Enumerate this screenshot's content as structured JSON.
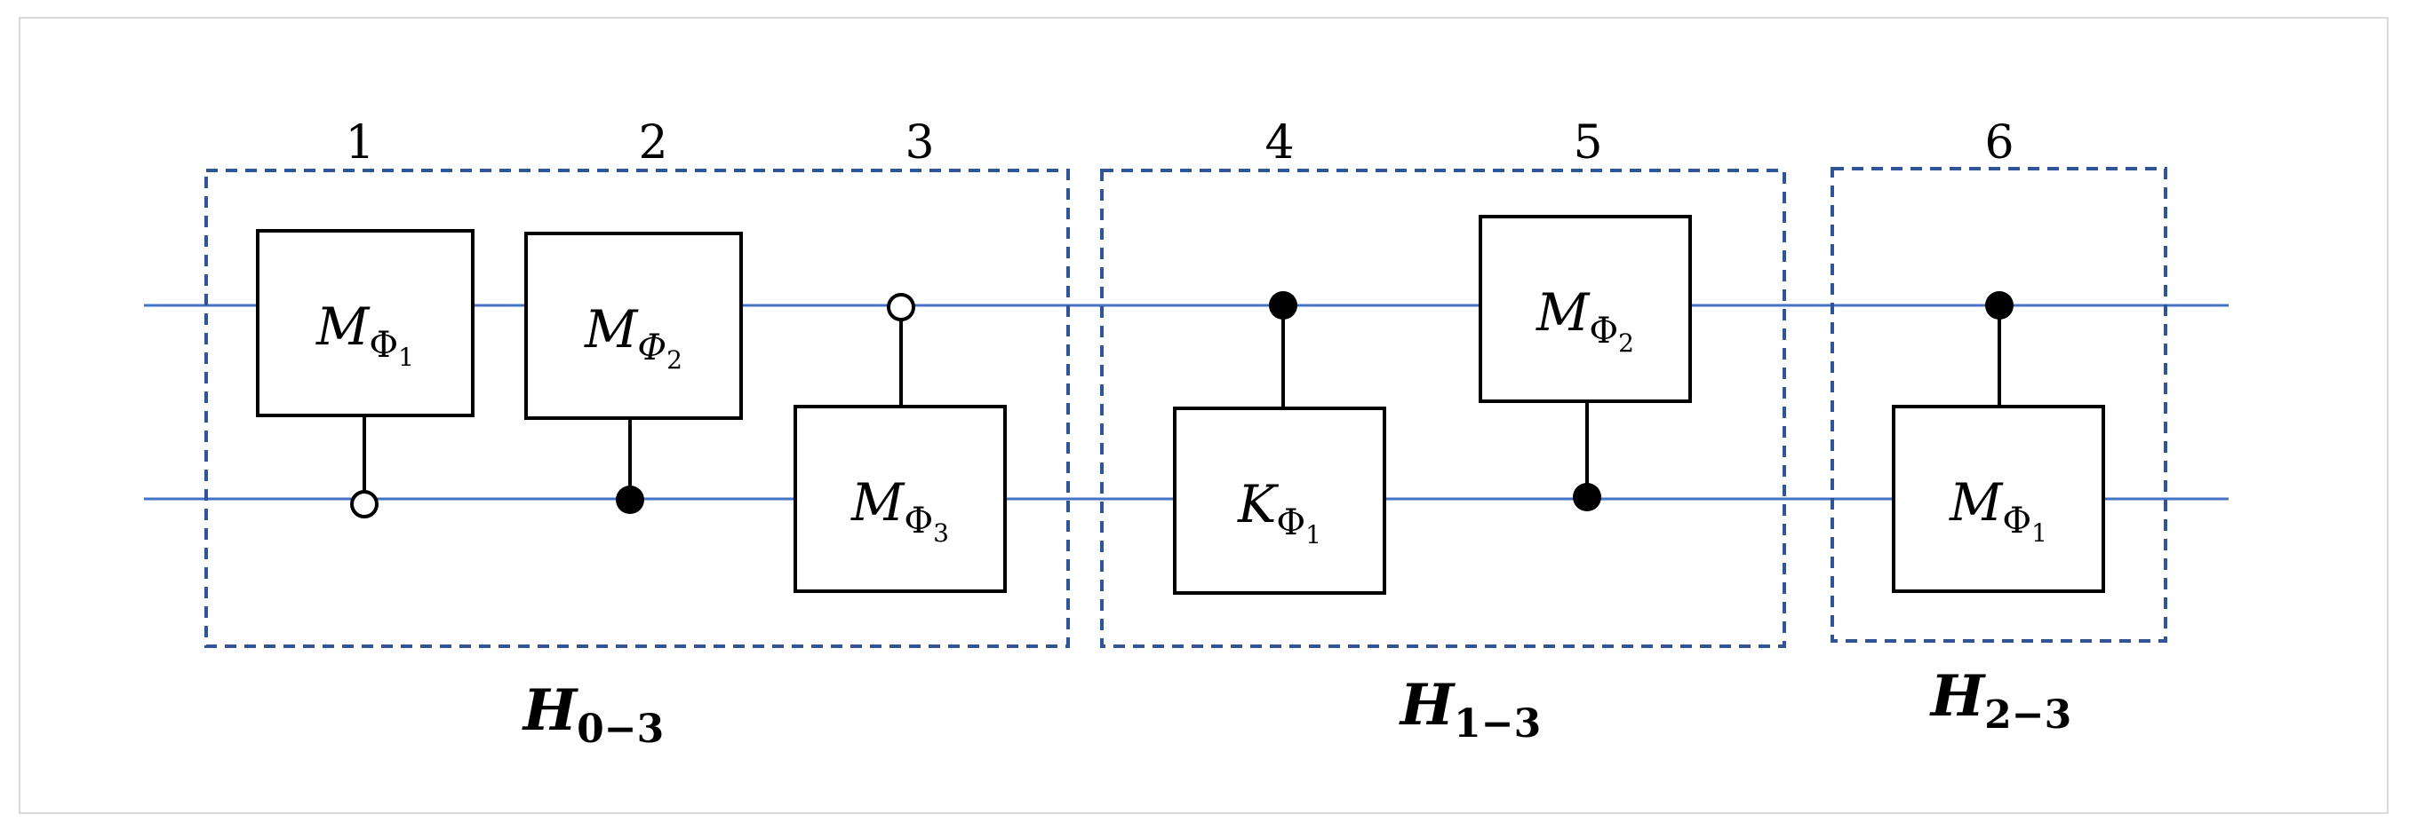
{
  "step_labels": [
    "1",
    "2",
    "3",
    "4",
    "5",
    "6"
  ],
  "gates": [
    {
      "letter": "M",
      "sub": "Φ",
      "subsub": "1"
    },
    {
      "letter": "M",
      "sub": "Φ",
      "subsub": "2"
    },
    {
      "letter": "M",
      "sub": "Φ",
      "subsub": "3"
    },
    {
      "letter": "K",
      "sub": "Φ",
      "subsub": "1"
    },
    {
      "letter": "M",
      "sub": "Φ",
      "subsub": "2"
    },
    {
      "letter": "M",
      "sub": "Φ",
      "subsub": "1"
    }
  ],
  "groups": [
    {
      "letter": "H",
      "sub": "0−3"
    },
    {
      "letter": "H",
      "sub": "1−3"
    },
    {
      "letter": "H",
      "sub": "2−3"
    }
  ],
  "controls": [
    {
      "step": "1",
      "type": "open"
    },
    {
      "step": "2",
      "type": "filled"
    },
    {
      "step": "3",
      "type": "open"
    },
    {
      "step": "4",
      "type": "filled"
    },
    {
      "step": "5",
      "type": "filled"
    },
    {
      "step": "6",
      "type": "filled"
    }
  ],
  "colors": {
    "wire": "#4472c4",
    "group_border": "#2f5597",
    "gate_border": "#000000",
    "frame": "#d9d9d9"
  }
}
